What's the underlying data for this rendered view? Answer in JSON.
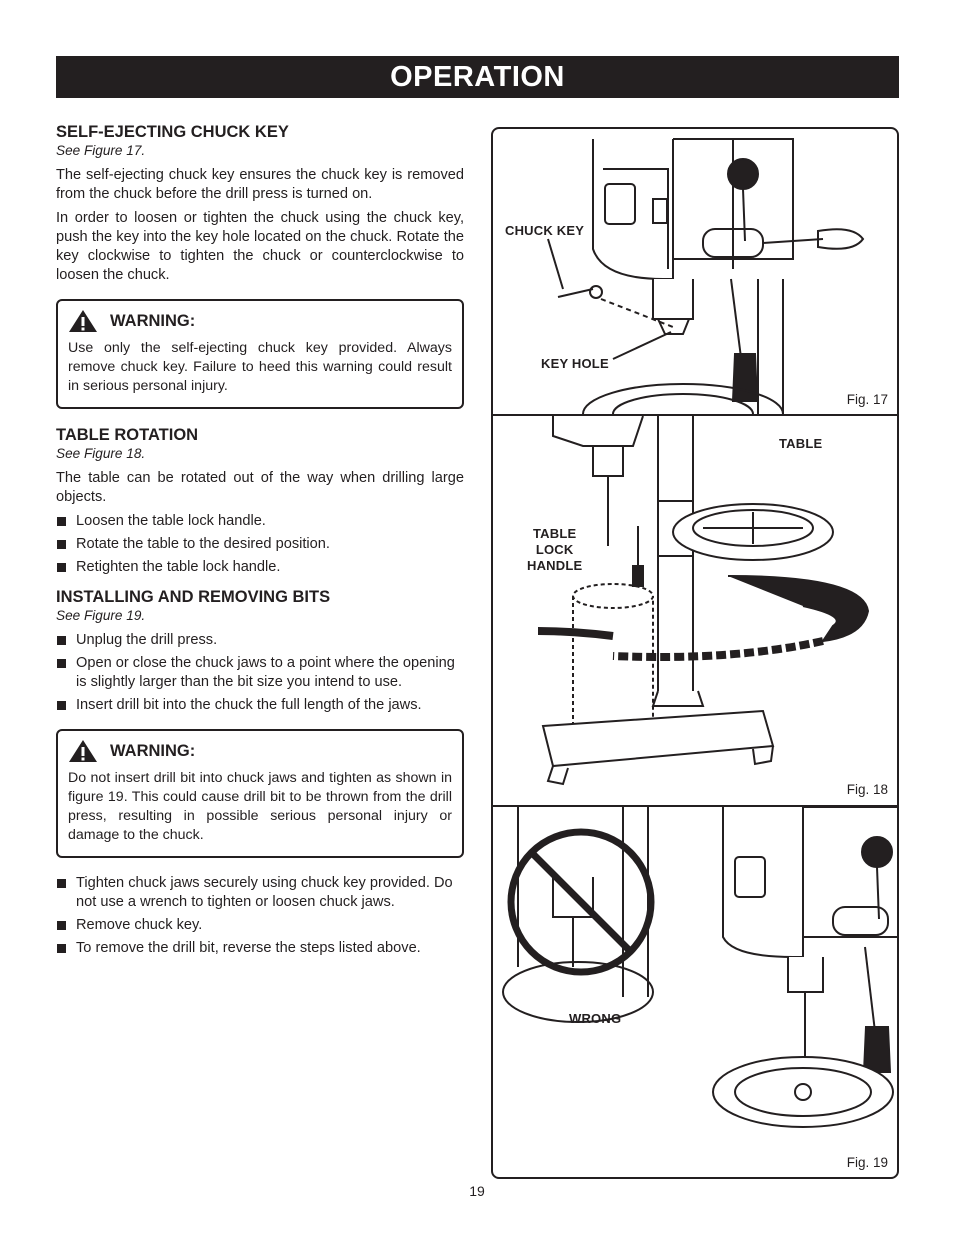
{
  "header": {
    "title": "OPERATION"
  },
  "chuck_key_section": {
    "heading": "SELF-EJECTING CHUCK KEY",
    "see_figure": "See Figure 17.",
    "para1": "The self-ejecting chuck key ensures the chuck key is removed from the chuck before the drill press is turned on.",
    "para2": "In order to loosen or tighten the chuck using the chuck key, push the key into the key hole located on the chuck. Rotate the key clockwise to tighten the chuck or counterclockwise to loosen the chuck."
  },
  "warning1": {
    "label": "WARNING:",
    "text": "Use only the self-ejecting chuck key provided. Always remove chuck key. Failure to heed this warning could result in serious personal injury."
  },
  "table_rotation_section": {
    "heading": "TABLE ROTATION",
    "see_figure": "See Figure 18.",
    "para": "The table can be rotated out of the way when drilling large objects.",
    "bullets": [
      "Loosen the table lock handle.",
      "Rotate the table to the desired position.",
      "Retighten the table lock handle."
    ]
  },
  "bits_section": {
    "heading": "INSTALLING AND REMOVING BITS",
    "see_figure": "See Figure 19.",
    "bullets": [
      "Unplug the drill press.",
      "Open or close the chuck jaws to a point where the opening is slightly larger than the bit size you intend to use.",
      "Insert drill bit into the chuck the full length of the jaws."
    ],
    "bullets_after": [
      "Tighten chuck jaws securely using chuck key provided. Do not use a wrench to tighten or loosen chuck jaws.",
      "Remove chuck key.",
      "To remove the drill bit, reverse the steps listed above."
    ]
  },
  "warning2": {
    "label": "WARNING:",
    "text": "Do not insert drill bit into chuck jaws and tighten as shown in figure 19. This could cause drill bit to be thrown from the drill press, resulting in possible serious personal injury or damage to the chuck."
  },
  "figures": {
    "fig17": {
      "label": "Fig. 17",
      "callout_chuck_key": "CHUCK KEY",
      "callout_key_hole": "KEY HOLE"
    },
    "fig18": {
      "label": "Fig. 18",
      "callout_table": "TABLE",
      "callout_lock_line1": "TABLE",
      "callout_lock_line2": "LOCK",
      "callout_lock_line3": "HANDLE"
    },
    "fig19": {
      "label": "Fig. 19",
      "callout_wrong": "WRONG"
    }
  },
  "footer": {
    "page_number": "19"
  }
}
